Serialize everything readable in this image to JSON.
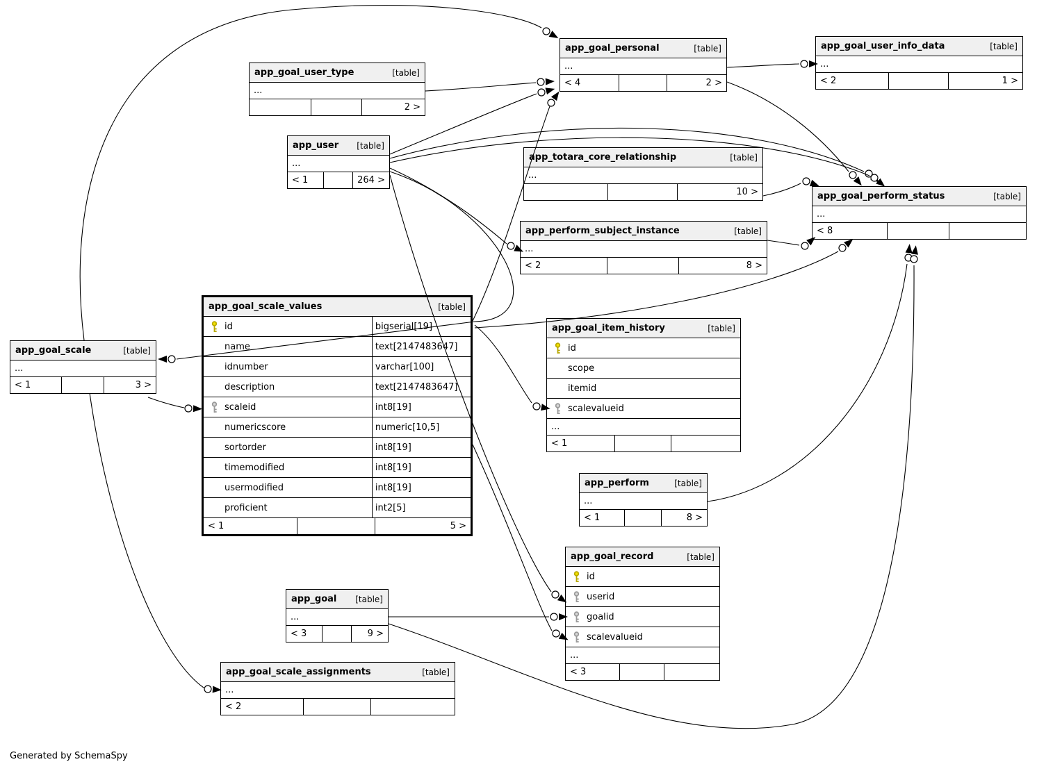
{
  "diagram": {
    "ellipsis_label": "...",
    "footer_note": "Generated by SchemaSpy",
    "tables": [
      {
        "id": "app_goal_personal",
        "name": "app_goal_personal",
        "badge": "[table]",
        "emphasized": false,
        "columns": [],
        "ellipsis": true,
        "footer": {
          "left": "< 4",
          "right": "2 >"
        }
      },
      {
        "id": "app_goal_user_info_data",
        "name": "app_goal_user_info_data",
        "badge": "[table]",
        "emphasized": false,
        "columns": [],
        "ellipsis": true,
        "footer": {
          "left": "< 2",
          "right": "1 >"
        }
      },
      {
        "id": "app_goal_user_type",
        "name": "app_goal_user_type",
        "badge": "[table]",
        "emphasized": false,
        "columns": [],
        "ellipsis": true,
        "footer": {
          "left": "",
          "right": "2 >"
        }
      },
      {
        "id": "app_user",
        "name": "app_user",
        "badge": "[table]",
        "emphasized": false,
        "columns": [],
        "ellipsis": true,
        "footer": {
          "left": "< 1",
          "right": "264 >"
        }
      },
      {
        "id": "app_totara_core_relationship",
        "name": "app_totara_core_relationship",
        "badge": "[table]",
        "emphasized": false,
        "columns": [],
        "ellipsis": true,
        "footer": {
          "left": "",
          "right": "10 >"
        }
      },
      {
        "id": "app_goal_perform_status",
        "name": "app_goal_perform_status",
        "badge": "[table]",
        "emphasized": false,
        "columns": [],
        "ellipsis": true,
        "footer": {
          "left": "< 8",
          "right": ""
        }
      },
      {
        "id": "app_perform_subject_instance",
        "name": "app_perform_subject_instance",
        "badge": "[table]",
        "emphasized": false,
        "columns": [],
        "ellipsis": true,
        "footer": {
          "left": "< 2",
          "right": "8 >"
        }
      },
      {
        "id": "app_goal_scale_values",
        "name": "app_goal_scale_values",
        "badge": "[table]",
        "emphasized": true,
        "columns": [
          {
            "key": "pk",
            "name": "id",
            "type": "bigserial[19]"
          },
          {
            "key": null,
            "name": "name",
            "type": "text[2147483647]"
          },
          {
            "key": null,
            "name": "idnumber",
            "type": "varchar[100]"
          },
          {
            "key": null,
            "name": "description",
            "type": "text[2147483647]"
          },
          {
            "key": "fk",
            "name": "scaleid",
            "type": "int8[19]"
          },
          {
            "key": null,
            "name": "numericscore",
            "type": "numeric[10,5]"
          },
          {
            "key": null,
            "name": "sortorder",
            "type": "int8[19]"
          },
          {
            "key": null,
            "name": "timemodified",
            "type": "int8[19]"
          },
          {
            "key": null,
            "name": "usermodified",
            "type": "int8[19]"
          },
          {
            "key": null,
            "name": "proficient",
            "type": "int2[5]"
          }
        ],
        "ellipsis": false,
        "footer": {
          "left": "< 1",
          "right": "5 >"
        }
      },
      {
        "id": "app_goal_scale",
        "name": "app_goal_scale",
        "badge": "[table]",
        "emphasized": false,
        "columns": [],
        "ellipsis": true,
        "footer": {
          "left": "< 1",
          "right": "3 >"
        }
      },
      {
        "id": "app_goal_item_history",
        "name": "app_goal_item_history",
        "badge": "[table]",
        "emphasized": false,
        "columns": [
          {
            "key": "pk",
            "name": "id",
            "type": null
          },
          {
            "key": null,
            "name": "scope",
            "type": null
          },
          {
            "key": null,
            "name": "itemid",
            "type": null
          },
          {
            "key": "fk",
            "name": "scalevalueid",
            "type": null
          }
        ],
        "ellipsis": true,
        "footer": {
          "left": "< 1",
          "right": ""
        }
      },
      {
        "id": "app_perform",
        "name": "app_perform",
        "badge": "[table]",
        "emphasized": false,
        "columns": [],
        "ellipsis": true,
        "footer": {
          "left": "< 1",
          "right": "8 >"
        }
      },
      {
        "id": "app_goal_record",
        "name": "app_goal_record",
        "badge": "[table]",
        "emphasized": false,
        "columns": [
          {
            "key": "pk",
            "name": "id",
            "type": null
          },
          {
            "key": "fk",
            "name": "userid",
            "type": null
          },
          {
            "key": "fk",
            "name": "goalid",
            "type": null
          },
          {
            "key": "fk",
            "name": "scalevalueid",
            "type": null
          }
        ],
        "ellipsis": true,
        "footer": {
          "left": "< 3",
          "right": ""
        }
      },
      {
        "id": "app_goal",
        "name": "app_goal",
        "badge": "[table]",
        "emphasized": false,
        "columns": [],
        "ellipsis": true,
        "footer": {
          "left": "< 3",
          "right": "9 >"
        }
      },
      {
        "id": "app_goal_scale_assignments",
        "name": "app_goal_scale_assignments",
        "badge": "[table]",
        "emphasized": false,
        "columns": [],
        "ellipsis": true,
        "footer": {
          "left": "< 2",
          "right": ""
        }
      }
    ]
  }
}
